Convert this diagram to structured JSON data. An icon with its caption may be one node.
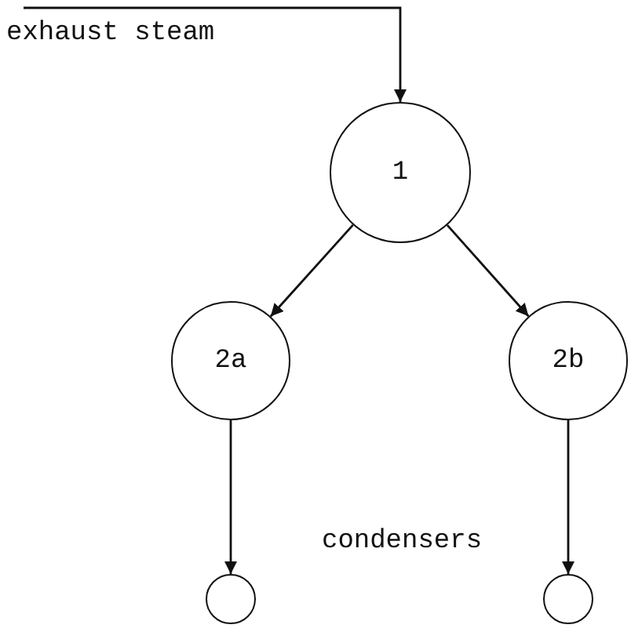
{
  "diagram": {
    "nodes": [
      {
        "text": [
          "1"
        ]
      },
      {
        "text": [
          "2a"
        ]
      },
      {
        "text": [
          "2b"
        ]
      },
      {
        "text": [],
        "shape": "circle"
      },
      {
        "text": [],
        "shape": "circle"
      }
    ],
    "edges": [
      {
        "from": null,
        "to": 0,
        "arrow": "to",
        "label": "exhaust steam"
      },
      {
        "from": 0,
        "to": 1,
        "arrow": "to"
      },
      {
        "from": 0,
        "to": 2,
        "arrow": "to"
      },
      {
        "from": 1,
        "to": 3,
        "arrow": "to"
      },
      {
        "from": 2,
        "to": 4,
        "arrow": "to"
      }
    ],
    "labels": [
      "condensers"
    ]
  }
}
